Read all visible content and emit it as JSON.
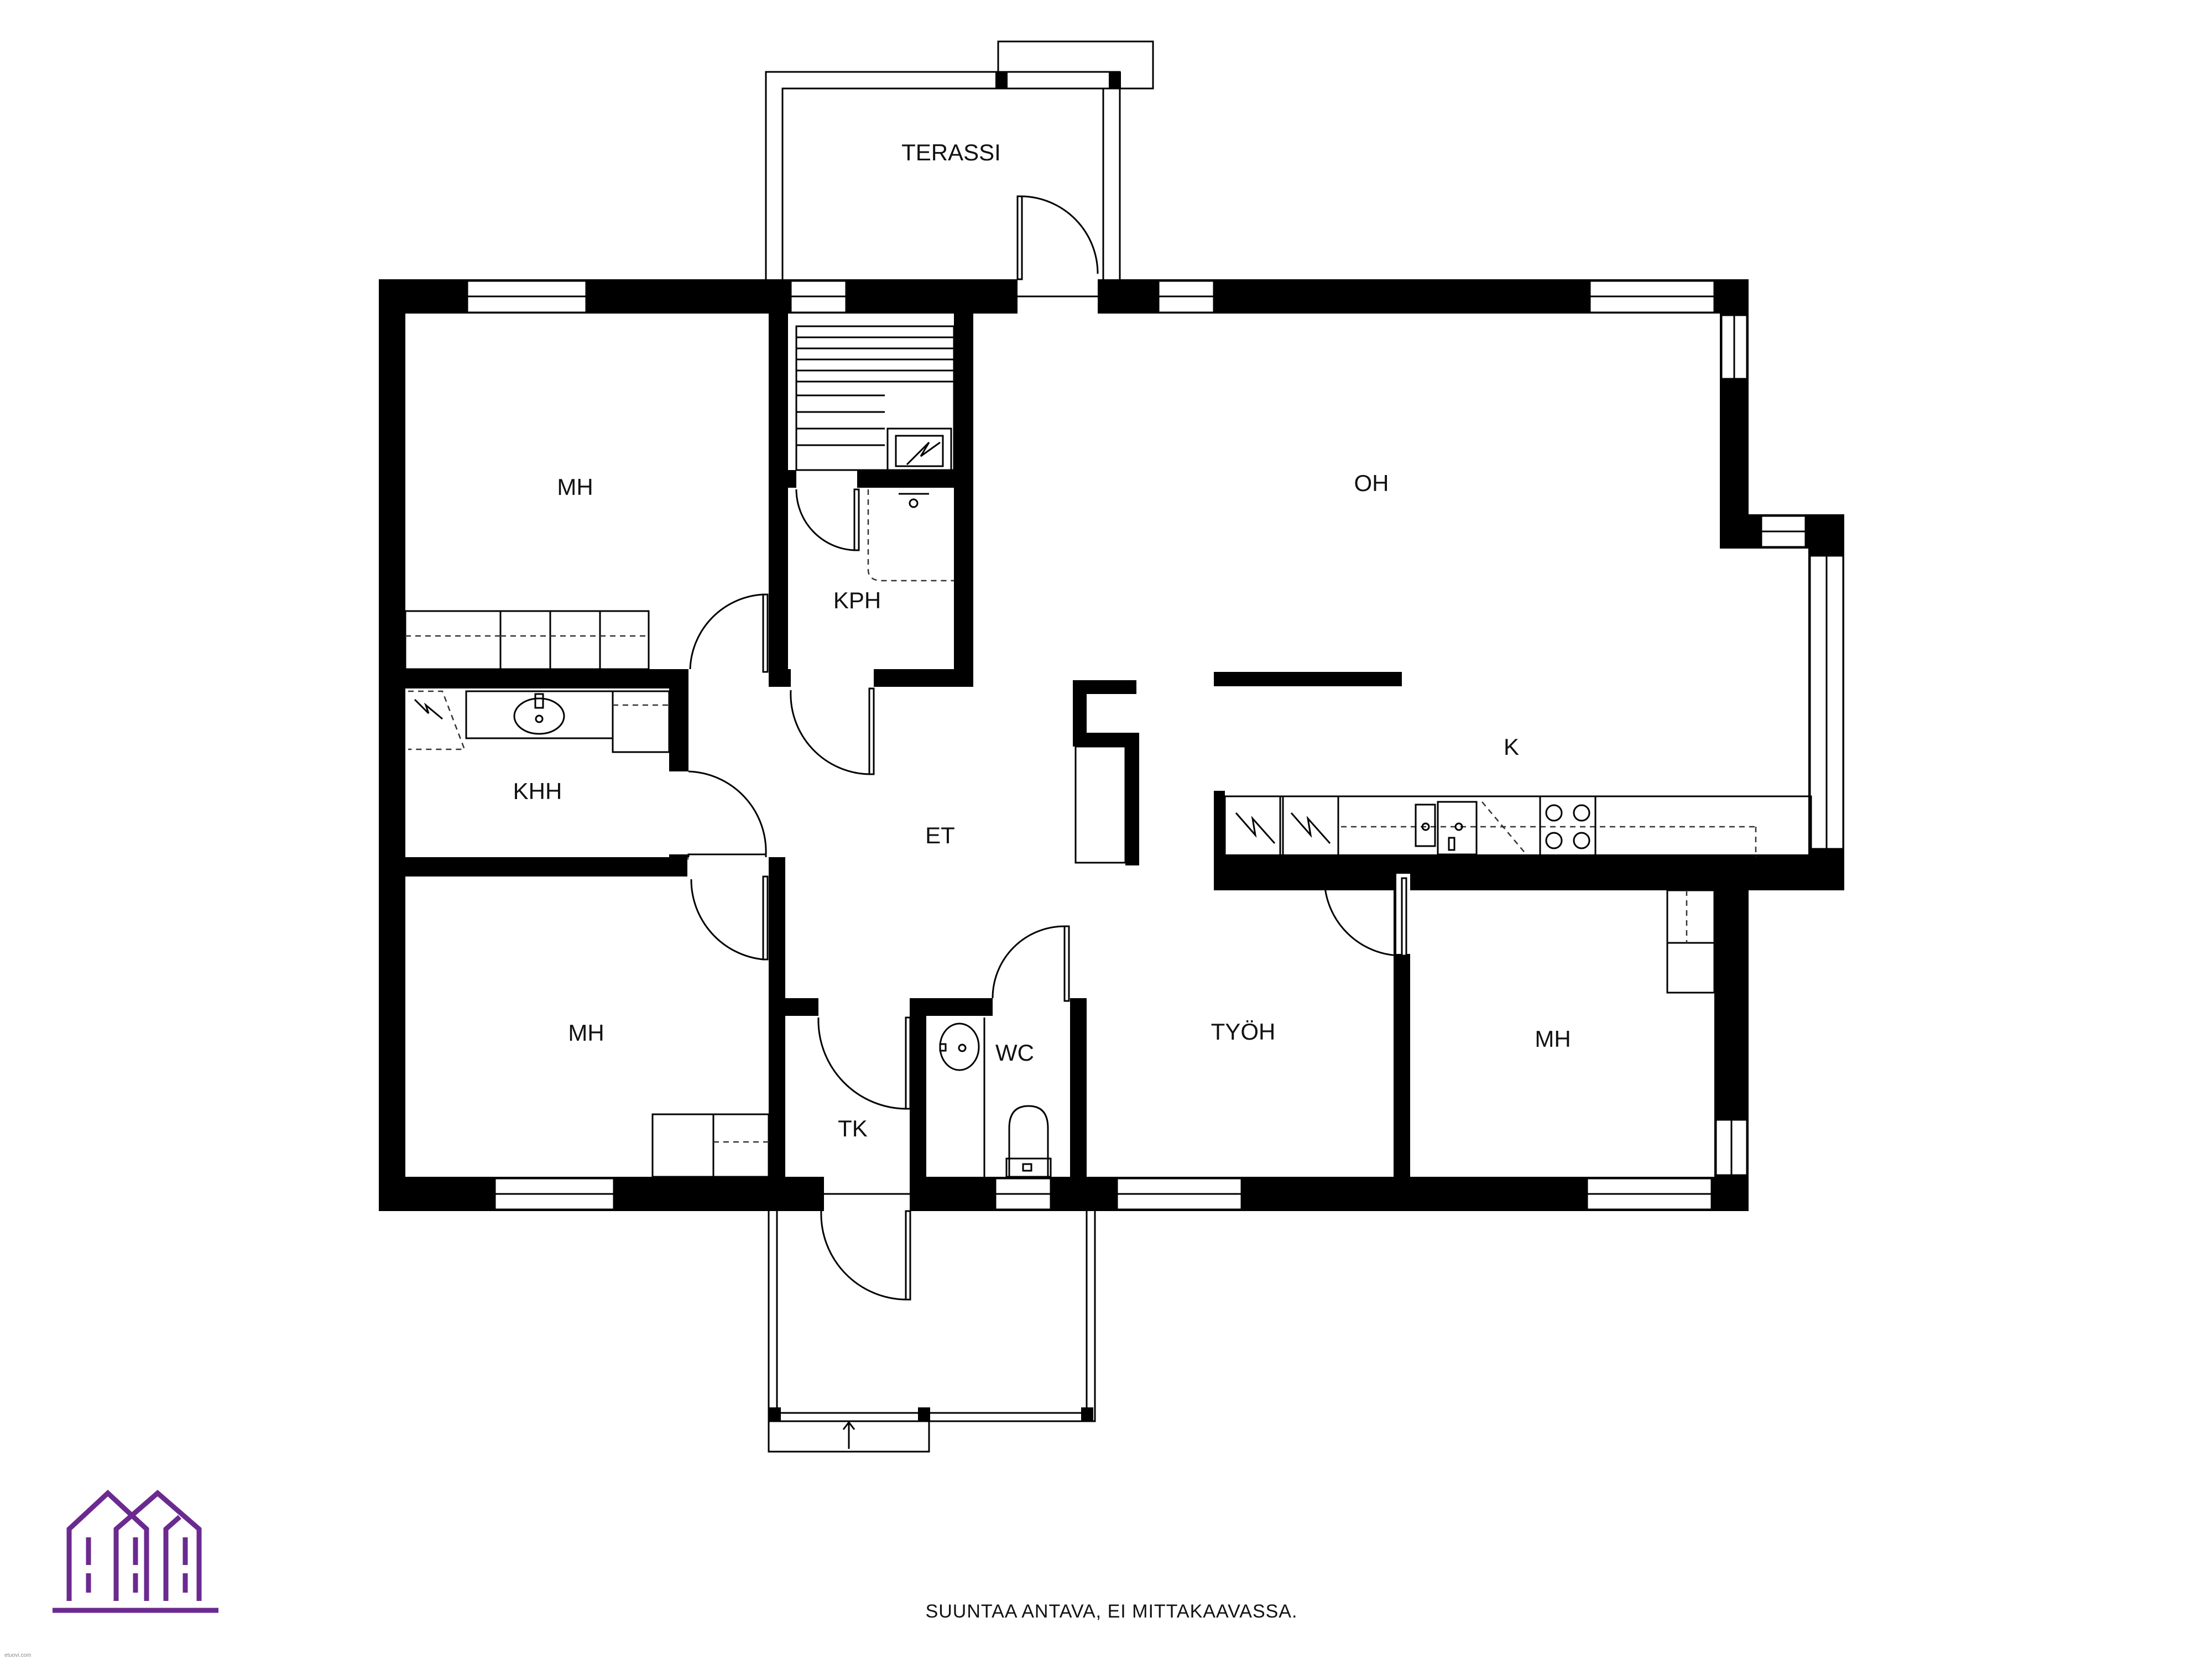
{
  "rooms": {
    "terassi": "TERASSI",
    "mh_top": "MH",
    "oh": "OH",
    "kph": "KPH",
    "khh": "KHH",
    "et": "ET",
    "k": "K",
    "mh_left": "MH",
    "wc": "WC",
    "tk": "TK",
    "tyoh": "TYÖH",
    "mh_right": "MH"
  },
  "footer": {
    "note": "SUUNTAA ANTAVA, EI MITTAKAAVASSA."
  },
  "watermark": {
    "text": "etuovi.com"
  },
  "colors": {
    "walls": "#000000",
    "logo": "#6b2a8f",
    "background": "#ffffff"
  },
  "icons": {
    "logo": "houses-logo-icon"
  }
}
